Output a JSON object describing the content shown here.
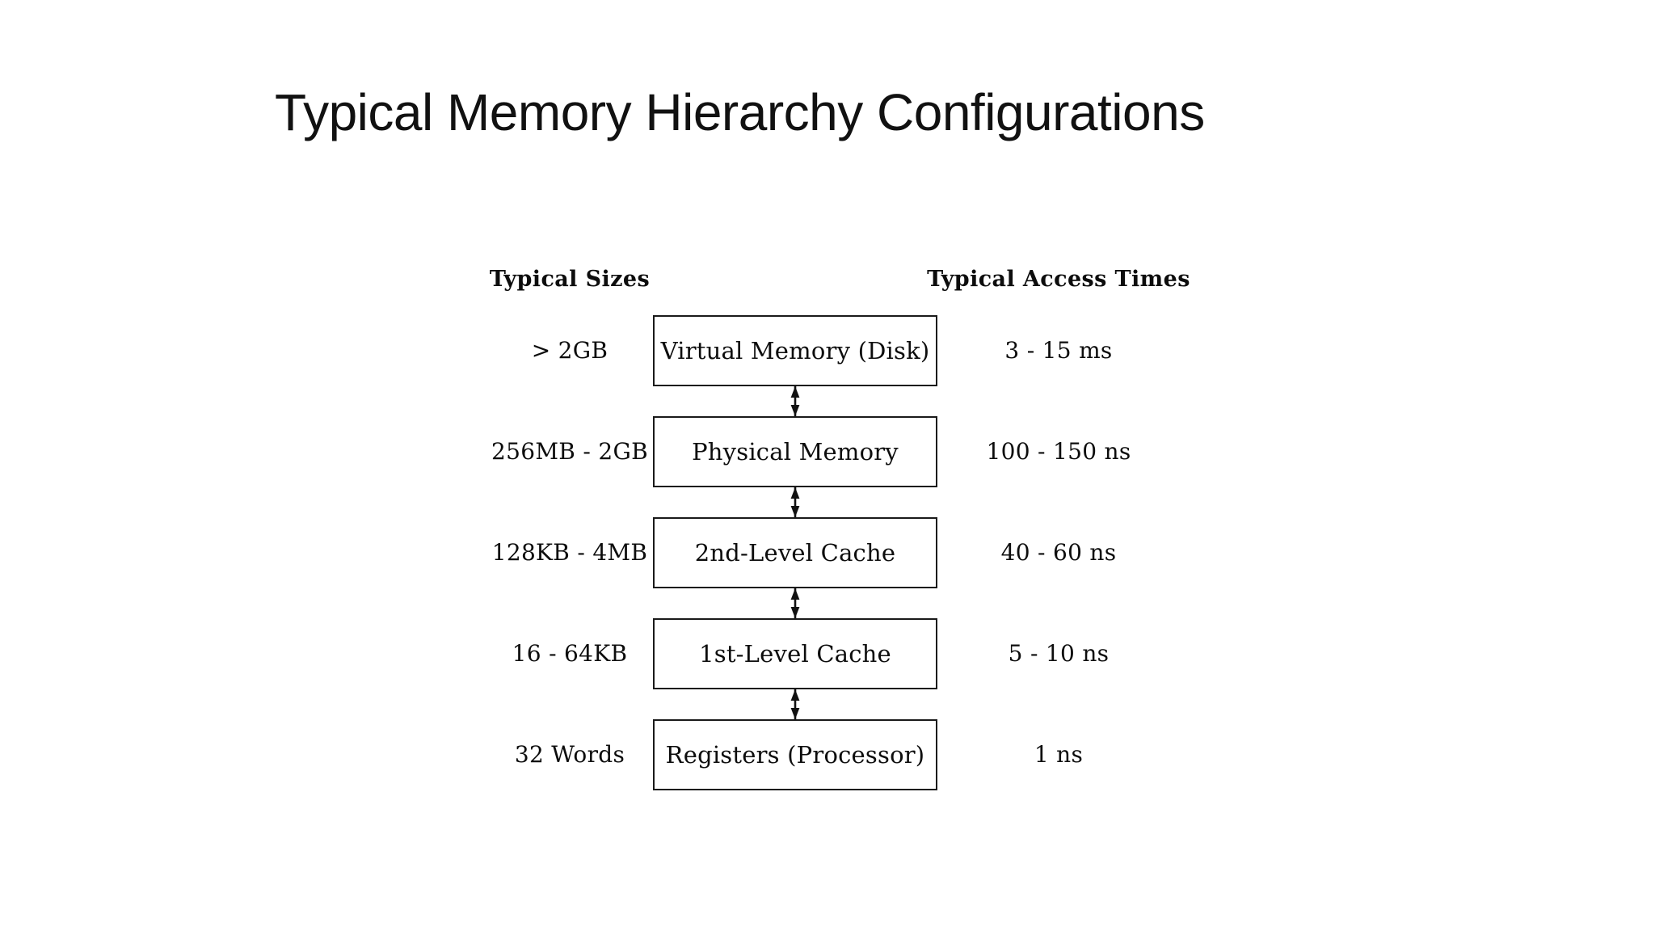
{
  "slide": {
    "title": "Typical Memory Hierarchy Configurations",
    "background_color": "#ffffff",
    "text_color": "#111111"
  },
  "figure": {
    "headers": {
      "left": "Typical Sizes",
      "right": "Typical Access Times"
    },
    "connector_icon": "double-arrow-vertical-icon",
    "levels": [
      {
        "size": "> 2GB",
        "name": "Virtual Memory (Disk)",
        "access_time": "3 - 15 ms"
      },
      {
        "size": "256MB - 2GB",
        "name": "Physical Memory",
        "access_time": "100 - 150 ns"
      },
      {
        "size": "128KB - 4MB",
        "name": "2nd-Level Cache",
        "access_time": "40 - 60 ns"
      },
      {
        "size": "16 - 64KB",
        "name": "1st-Level Cache",
        "access_time": "5 - 10 ns"
      },
      {
        "size": "32 Words",
        "name": "Registers (Processor)",
        "access_time": "1 ns"
      }
    ]
  }
}
